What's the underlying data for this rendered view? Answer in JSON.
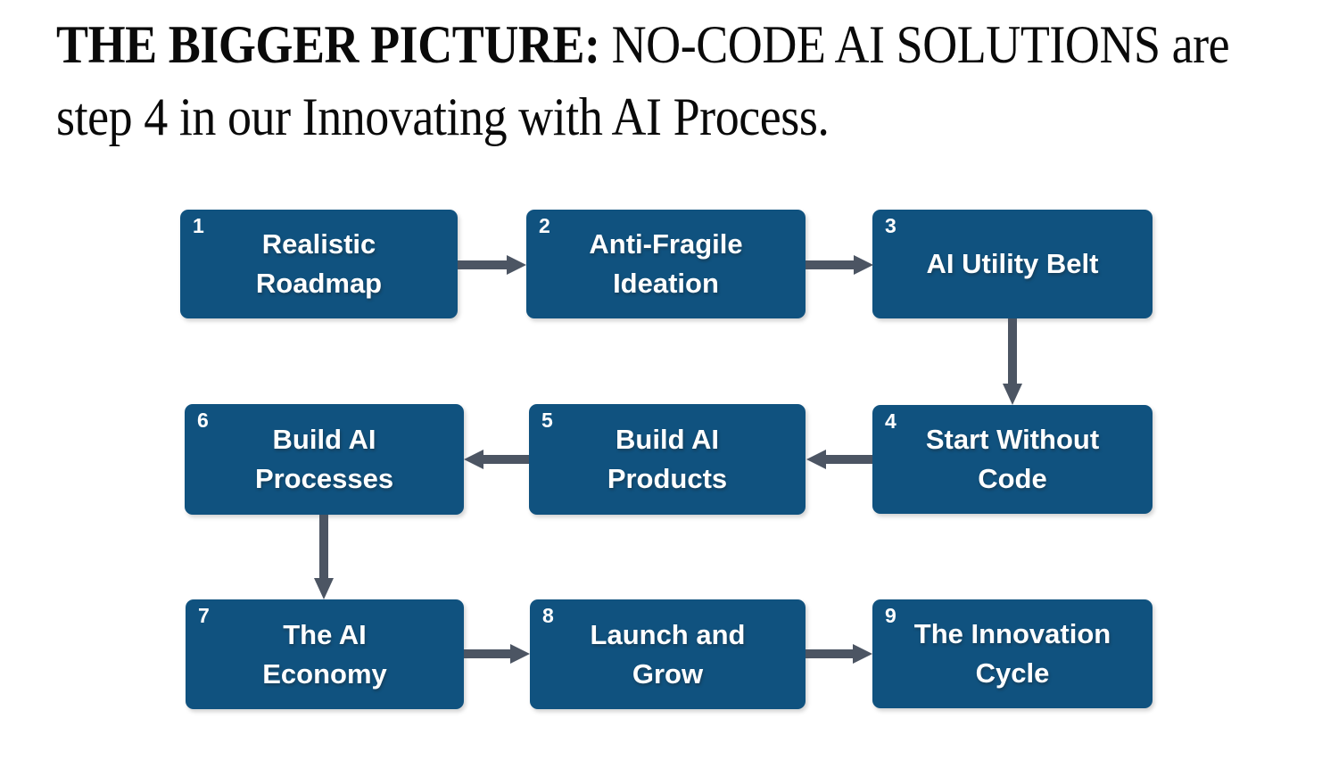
{
  "header": {
    "bold_text": "THE BIGGER PICTURE:",
    "line1_rest": " NO-CODE AI SOLUTIONS are",
    "line2": "step 4 in our Innovating with AI Process."
  },
  "diagram": {
    "type": "flowchart",
    "boxes": [
      {
        "number": "1",
        "label": "Realistic Roadmap",
        "lines": [
          "Realistic",
          "Roadmap"
        ]
      },
      {
        "number": "2",
        "label": "Anti-Fragile Ideation",
        "lines": [
          "Anti-Fragile",
          "Ideation"
        ]
      },
      {
        "number": "3",
        "label": "AI Utility Belt",
        "lines": [
          "AI Utility Belt"
        ]
      },
      {
        "number": "4",
        "label": "Start Without Code",
        "lines": [
          "Start Without",
          "Code"
        ]
      },
      {
        "number": "5",
        "label": "Build AI Products",
        "lines": [
          "Build AI",
          "Products"
        ]
      },
      {
        "number": "6",
        "label": "Build AI Processes",
        "lines": [
          "Build AI",
          "Processes"
        ]
      },
      {
        "number": "7",
        "label": "The AI Economy",
        "lines": [
          "The AI",
          "Economy"
        ]
      },
      {
        "number": "8",
        "label": "Launch and Grow",
        "lines": [
          "Launch and",
          "Grow"
        ]
      },
      {
        "number": "9",
        "label": "The Innovation Cycle",
        "lines": [
          "The Innovation",
          "Cycle"
        ]
      }
    ],
    "connections": [
      {
        "from": "1",
        "to": "2",
        "direction": "right"
      },
      {
        "from": "2",
        "to": "3",
        "direction": "right"
      },
      {
        "from": "3",
        "to": "4",
        "direction": "down"
      },
      {
        "from": "4",
        "to": "5",
        "direction": "left"
      },
      {
        "from": "5",
        "to": "6",
        "direction": "left"
      },
      {
        "from": "6",
        "to": "7",
        "direction": "down"
      },
      {
        "from": "7",
        "to": "8",
        "direction": "right"
      },
      {
        "from": "8",
        "to": "9",
        "direction": "right"
      }
    ]
  },
  "colors": {
    "box_fill": "#10527F",
    "box_text": "#FFFFFF",
    "arrow": "#4C5563",
    "heading_text": "#0A0A0A",
    "background": "#FFFFFF"
  }
}
